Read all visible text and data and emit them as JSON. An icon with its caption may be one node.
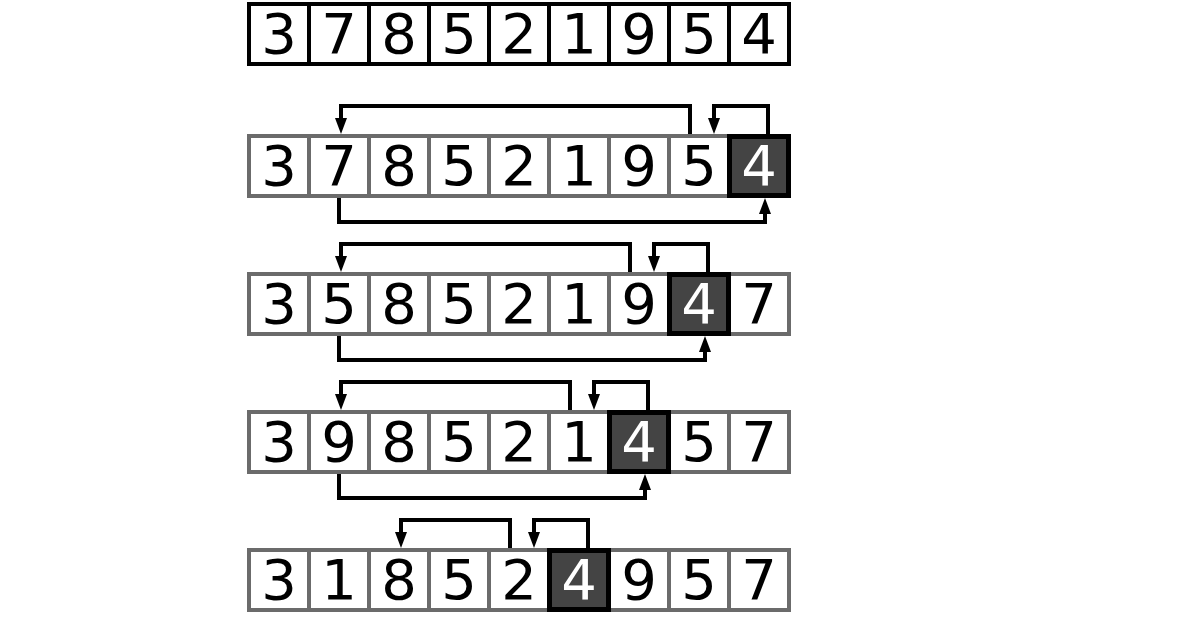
{
  "diagram": {
    "nodes": [
      {
        "text": [],
        "shape": "box"
      },
      {
        "text": [
          "3"
        ],
        "in": 0
      },
      {
        "text": [
          "7"
        ],
        "in": 0
      },
      {
        "text": [
          "8"
        ],
        "in": 0
      },
      {
        "text": [
          "5"
        ],
        "in": 0
      },
      {
        "text": [
          "2"
        ],
        "in": 0
      },
      {
        "text": [
          "1"
        ],
        "in": 0
      },
      {
        "text": [
          "9"
        ],
        "in": 0
      },
      {
        "text": [
          "5"
        ],
        "in": 0
      },
      {
        "text": [
          "4"
        ],
        "in": 0
      },
      {
        "text": [],
        "shape": "box"
      },
      {
        "text": [
          "3"
        ],
        "in": 10
      },
      {
        "text": [
          "7"
        ],
        "in": 10
      },
      {
        "text": [
          "8"
        ],
        "in": 10
      },
      {
        "text": [
          "5"
        ],
        "in": 10
      },
      {
        "text": [
          "2"
        ],
        "in": 10
      },
      {
        "text": [
          "1"
        ],
        "in": 10
      },
      {
        "text": [
          "9"
        ],
        "in": 10
      },
      {
        "text": [
          "5"
        ],
        "in": 10
      },
      {
        "text": [
          "4"
        ],
        "in": 10
      },
      {
        "text": [],
        "shape": "box"
      },
      {
        "text": [
          "3"
        ],
        "in": 20
      },
      {
        "text": [
          "5"
        ],
        "in": 20
      },
      {
        "text": [
          "8"
        ],
        "in": 20
      },
      {
        "text": [
          "5"
        ],
        "in": 20
      },
      {
        "text": [
          "2"
        ],
        "in": 20
      },
      {
        "text": [
          "1"
        ],
        "in": 20
      },
      {
        "text": [
          "9"
        ],
        "in": 20
      },
      {
        "text": [
          "4"
        ],
        "in": 20
      },
      {
        "text": [
          "7"
        ],
        "in": 20
      },
      {
        "text": [],
        "shape": "box"
      },
      {
        "text": [
          "3"
        ],
        "in": 30
      },
      {
        "text": [
          "9"
        ],
        "in": 30
      },
      {
        "text": [
          "8"
        ],
        "in": 30
      },
      {
        "text": [
          "5"
        ],
        "in": 30
      },
      {
        "text": [
          "2"
        ],
        "in": 30
      },
      {
        "text": [
          "1"
        ],
        "in": 30
      },
      {
        "text": [
          "4"
        ],
        "in": 30
      },
      {
        "text": [
          "5"
        ],
        "in": 30
      },
      {
        "text": [
          "7"
        ],
        "in": 30
      },
      {
        "text": [],
        "shape": "box"
      },
      {
        "text": [
          "3"
        ],
        "in": 40
      },
      {
        "text": [
          "1"
        ],
        "in": 40
      },
      {
        "text": [
          "8"
        ],
        "in": 40
      },
      {
        "text": [
          "5"
        ],
        "in": 40
      },
      {
        "text": [
          "2"
        ],
        "in": 40
      },
      {
        "text": [
          "4"
        ],
        "in": 40
      },
      {
        "text": [
          "9"
        ],
        "in": 40
      },
      {
        "text": [
          "5"
        ],
        "in": 40
      },
      {
        "text": [
          "7"
        ],
        "in": 40
      }
    ],
    "edges": [
      {
        "from": 18,
        "to": 12,
        "arrow": "to"
      },
      {
        "from": 19,
        "to": 18,
        "arrow": "to"
      },
      {
        "from": 12,
        "to": 19,
        "arrow": "to"
      },
      {
        "from": 27,
        "to": 22,
        "arrow": "to"
      },
      {
        "from": 28,
        "to": 27,
        "arrow": "to"
      },
      {
        "from": 22,
        "to": 28,
        "arrow": "to"
      },
      {
        "from": 36,
        "to": 32,
        "arrow": "to"
      },
      {
        "from": 37,
        "to": 36,
        "arrow": "to"
      },
      {
        "from": 32,
        "to": 37,
        "arrow": "to"
      },
      {
        "from": 45,
        "to": 43,
        "arrow": "to"
      },
      {
        "from": 46,
        "to": 45,
        "arrow": "to"
      }
    ]
  }
}
